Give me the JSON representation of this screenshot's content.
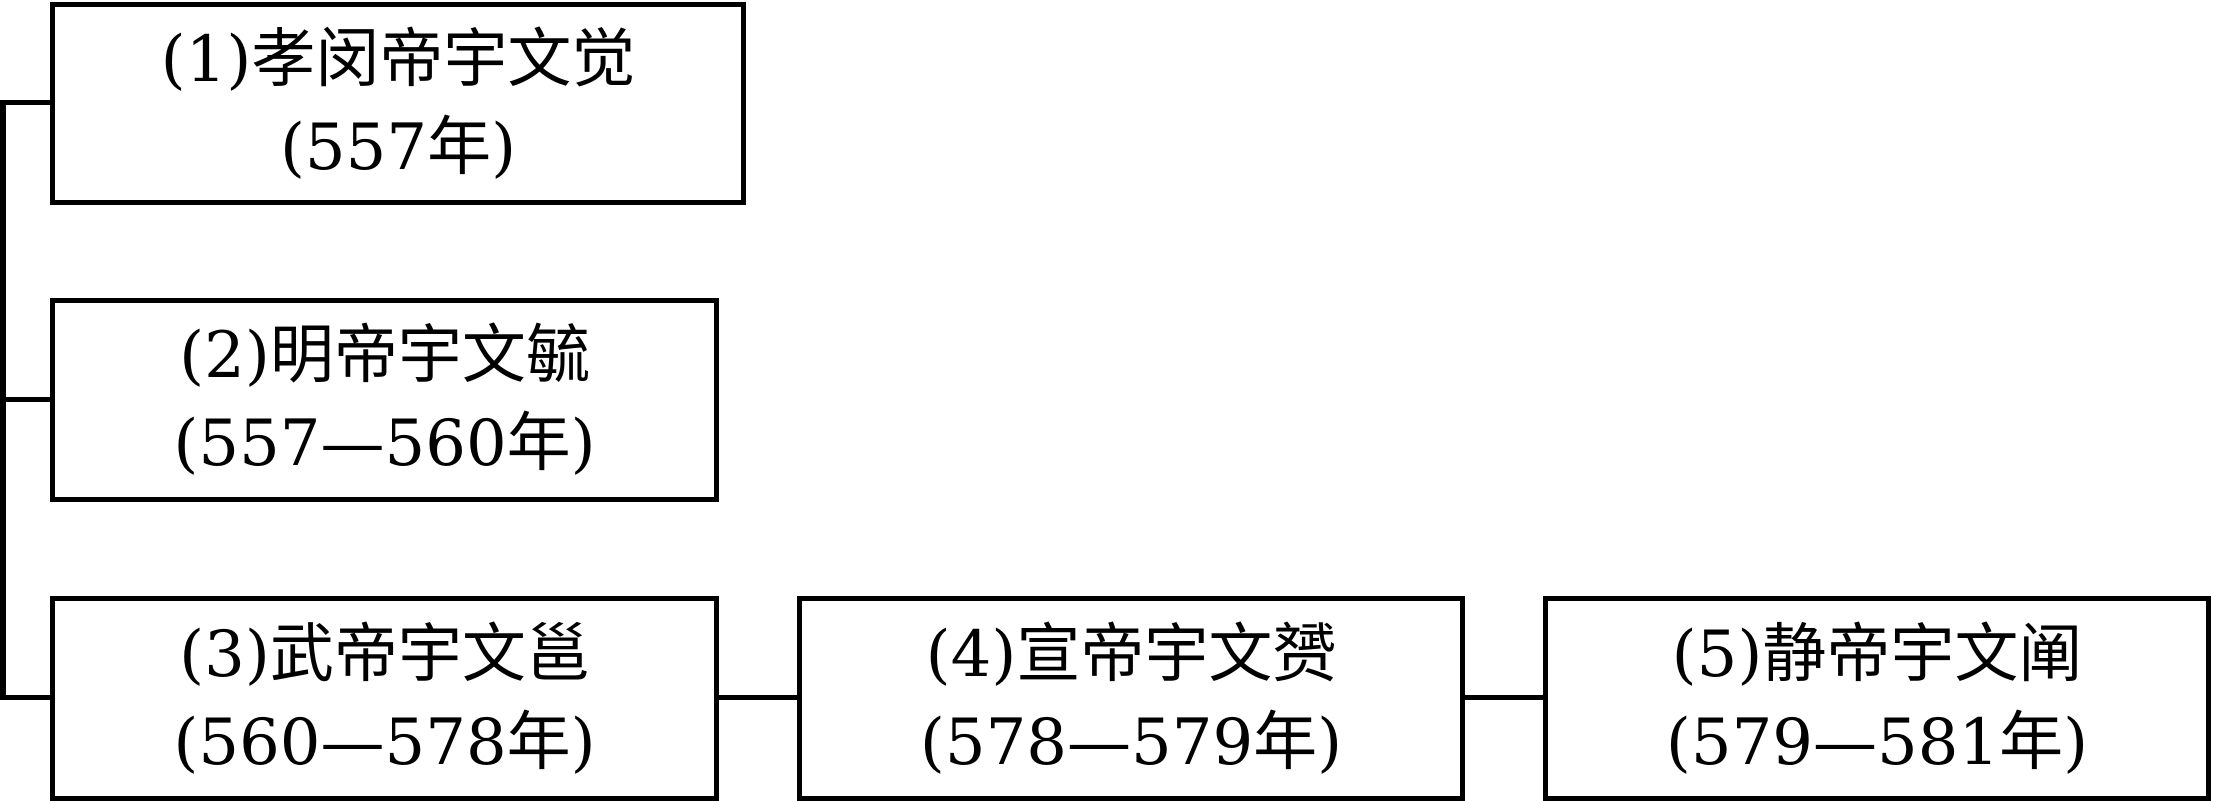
{
  "diagram": {
    "nodes": [
      {
        "id": "n1",
        "line1": "(1)孝闵帝宇文觉",
        "line2": "(557年)"
      },
      {
        "id": "n2",
        "line1": "(2)明帝宇文毓",
        "line2": "(557—560年)"
      },
      {
        "id": "n3",
        "line1": "(3)武帝宇文邕",
        "line2": "(560—578年)"
      },
      {
        "id": "n4",
        "line1": "(4)宣帝宇文赟",
        "line2": "(578—579年)"
      },
      {
        "id": "n5",
        "line1": "(5)静帝宇文阐",
        "line2": "(579—581年)"
      }
    ],
    "edges": [
      {
        "from": "n1",
        "to": "n2"
      },
      {
        "from": "n2",
        "to": "n3"
      },
      {
        "from": "n3",
        "to": "n4"
      },
      {
        "from": "n4",
        "to": "n5"
      }
    ]
  }
}
